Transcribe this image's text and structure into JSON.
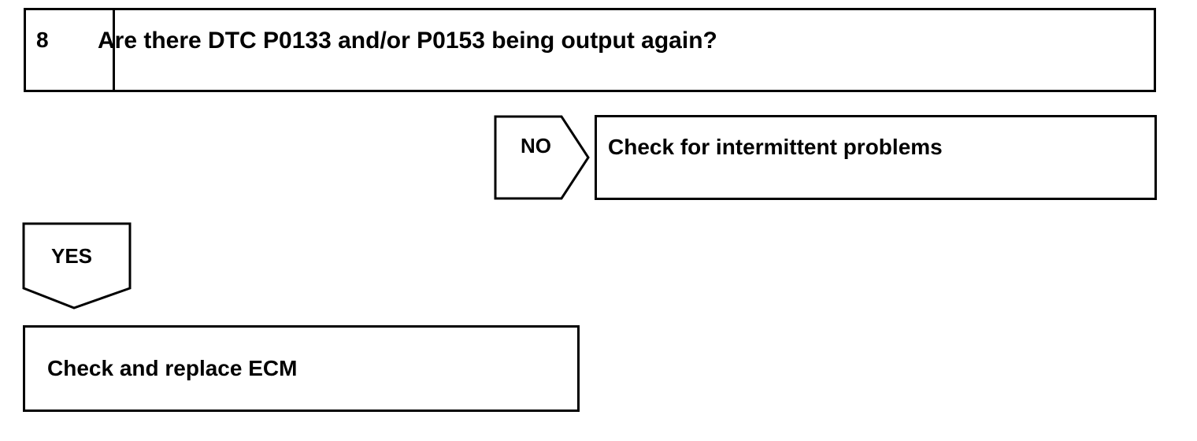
{
  "step": {
    "number": "8",
    "question": "Are there DTC P0133 and/or P0153 being output again?"
  },
  "branches": {
    "no": {
      "label": "NO",
      "result": "Check for intermittent problems"
    },
    "yes": {
      "label": "YES",
      "result": "Check and replace ECM"
    }
  },
  "colors": {
    "stroke": "#000000",
    "background": "#ffffff"
  }
}
